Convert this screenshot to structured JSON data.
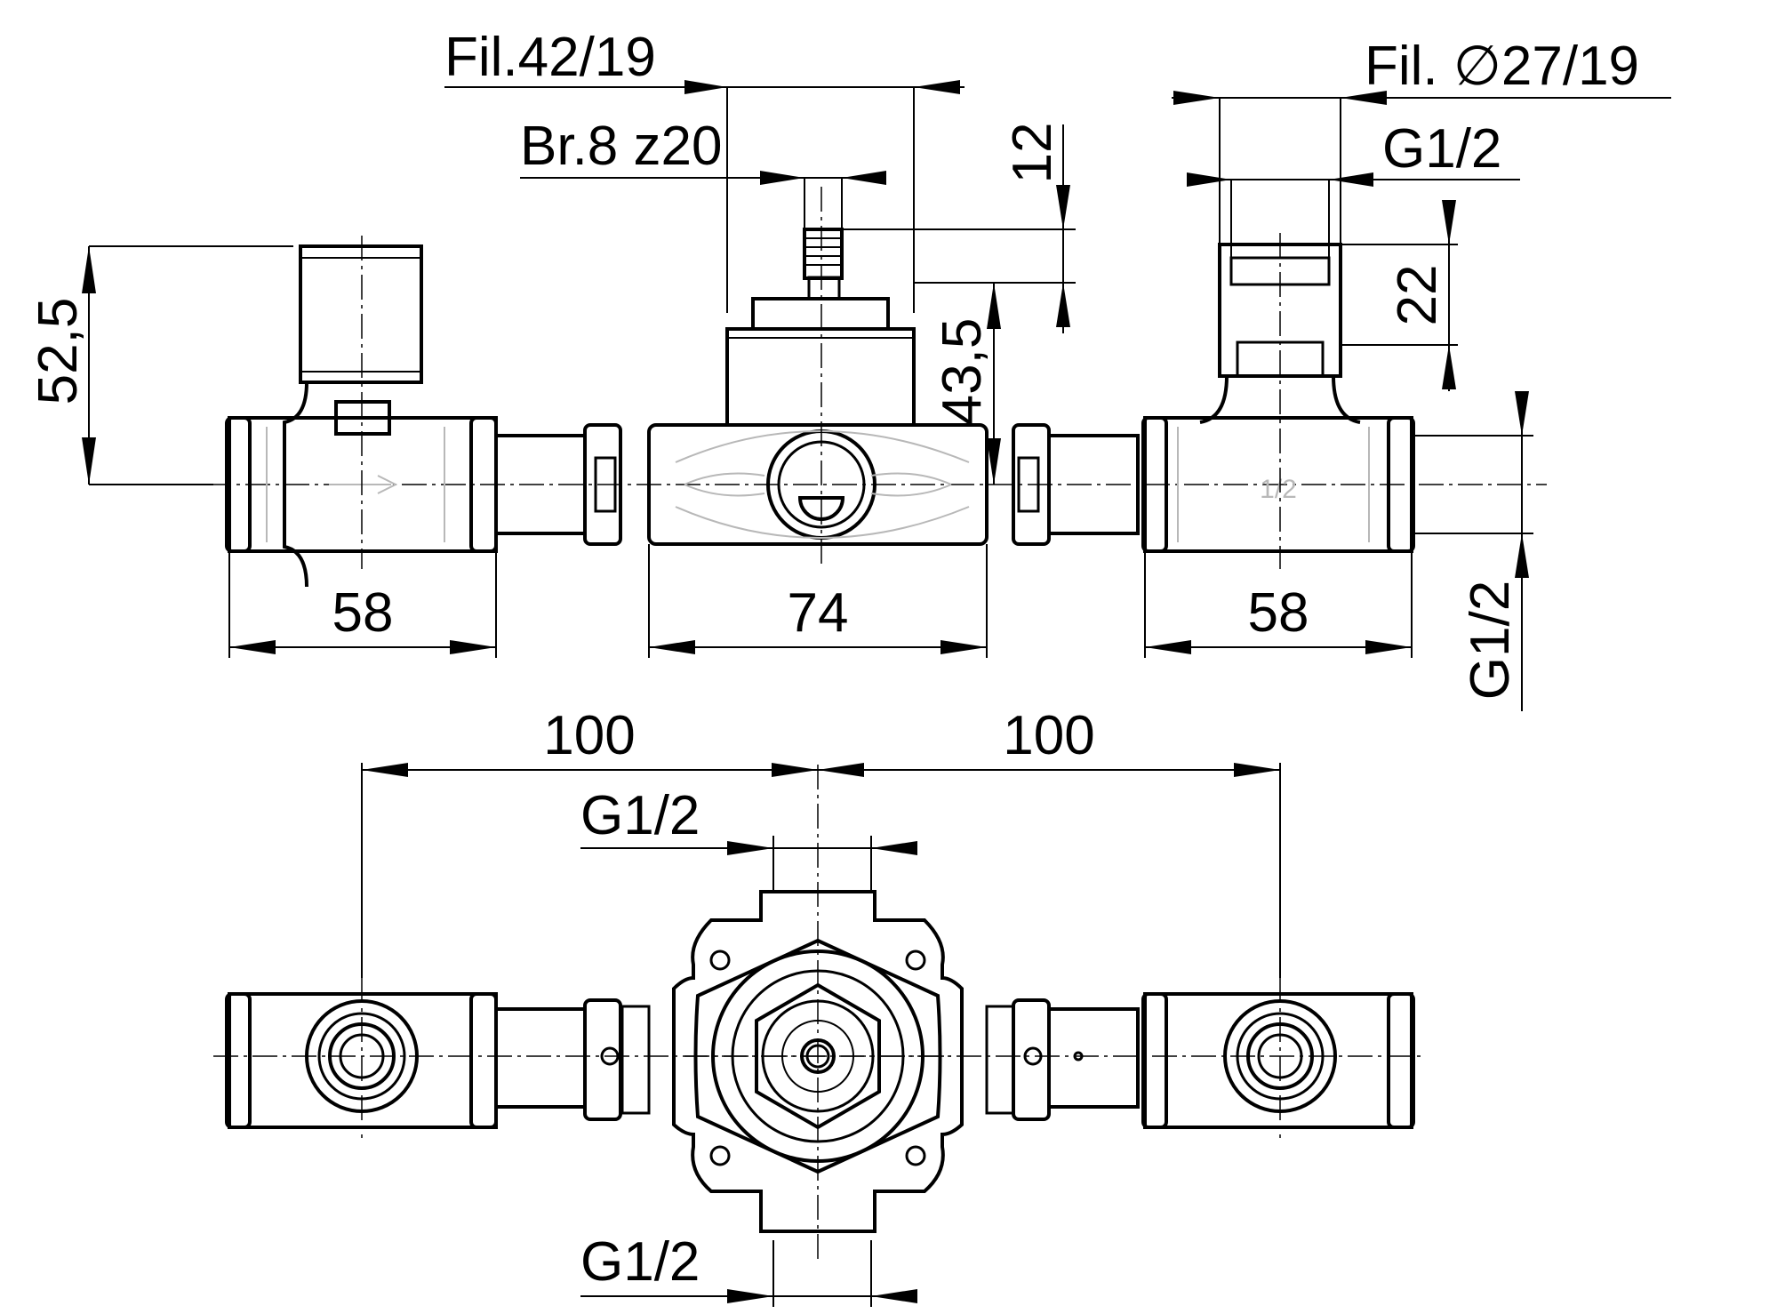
{
  "labels": {
    "fil_42_19": "Fil.42/19",
    "br_8_z20": "Br.8 z20",
    "fil_27_19": "Fil. ∅27/19",
    "g12_top_right": "G1/2",
    "dim_12": "12",
    "dim_22": "22",
    "dim_52_5": "52,5",
    "dim_43_5": "43,5",
    "dim_58_left": "58",
    "dim_74": "74",
    "dim_58_right": "58",
    "g12_side": "G1/2",
    "dim_100_left": "100",
    "dim_100_right": "100",
    "g12_upper_mid": "G1/2",
    "g12_bottom": "G1/2",
    "fitting_mark": "1/2"
  },
  "colors": {
    "line": "#000000",
    "hidden_detail": "#b8b8b8",
    "background": "#ffffff"
  }
}
